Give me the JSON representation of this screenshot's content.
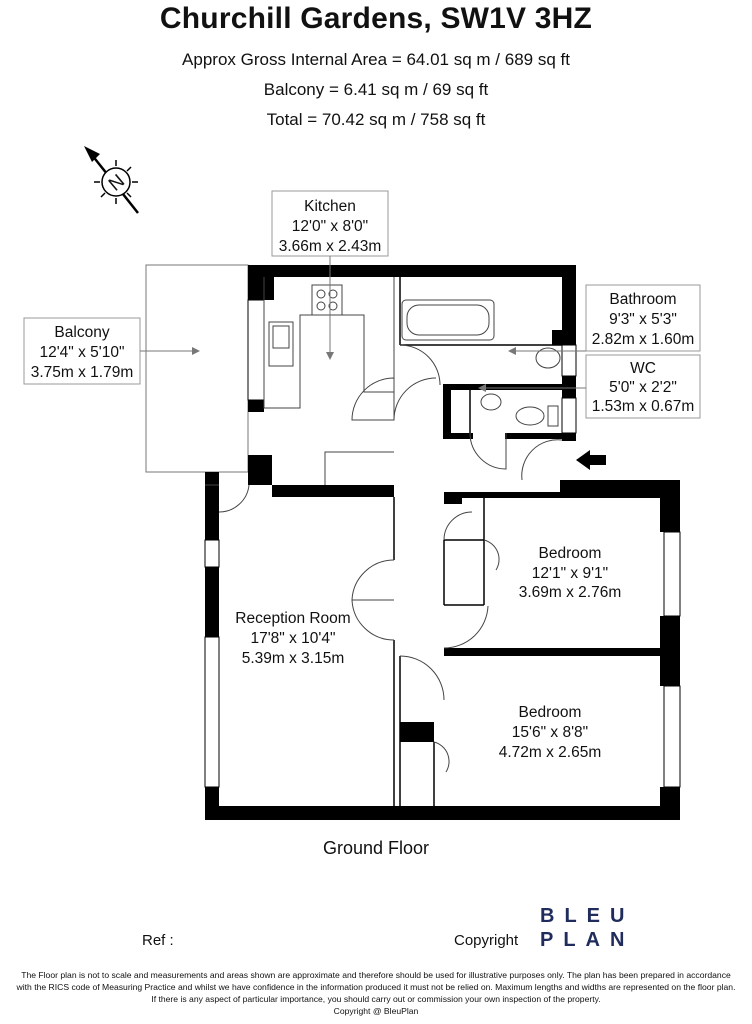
{
  "title": "Churchill Gardens, SW1V 3HZ",
  "areas": [
    "Approx Gross Internal Area = 64.01 sq m / 689 sq ft",
    "Balcony = 6.41 sq m / 69 sq ft",
    "Total = 70.42 sq m / 758 sq ft"
  ],
  "compass": "N",
  "rooms": {
    "kitchen": {
      "name": "Kitchen",
      "imperial": "12'0\" x 8'0\"",
      "metric": "3.66m x 2.43m"
    },
    "balcony": {
      "name": "Balcony",
      "imperial": "12'4\" x 5'10\"",
      "metric": "3.75m x 1.79m"
    },
    "bathroom": {
      "name": "Bathroom",
      "imperial": "9'3\" x 5'3\"",
      "metric": "2.82m x 1.60m"
    },
    "wc": {
      "name": "WC",
      "imperial": "5'0\" x 2'2\"",
      "metric": "1.53m x 0.67m"
    },
    "bedroom1": {
      "name": "Bedroom",
      "imperial": "12'1\" x 9'1\"",
      "metric": "3.69m x 2.76m"
    },
    "reception": {
      "name": "Reception Room",
      "imperial": "17'8\" x 10'4\"",
      "metric": "5.39m x 3.15m"
    },
    "bedroom2": {
      "name": "Bedroom",
      "imperial": "15'6\" x 8'8\"",
      "metric": "4.72m x 2.65m"
    }
  },
  "floor_label": "Ground Floor",
  "ref_label": "Ref :",
  "copyright_label": "Copyright",
  "logo": {
    "line1": "BLEU",
    "line2": "PLAN",
    "color": "#1f2c5c"
  },
  "disclaimer": [
    "The Floor plan is not to scale and measurements and areas shown are approximate and therefore should be used for illustrative purposes only. The plan has been prepared in accordance",
    "with the RICS code of Measuring Practice and whilst we have confidence in the information produced it must not be relied on. Maximum lengths and widths are represented on the floor plan.",
    "If there is any aspect of particular importance, you should carry out or commission your own inspection of the property.",
    "Copyright @ BleuPlan"
  ]
}
